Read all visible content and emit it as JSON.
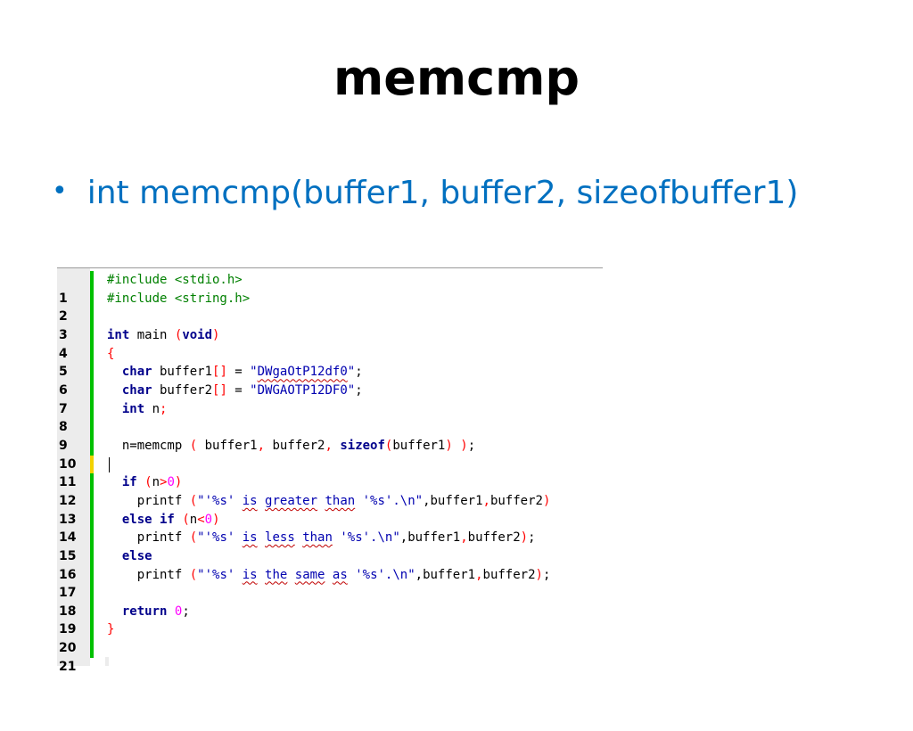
{
  "slide": {
    "title": "memcmp",
    "bullets": [
      {
        "text": "int memcmp(buffer1, buffer2, sizeofbuffer1)"
      }
    ]
  },
  "code": {
    "line_numbers": [
      "1",
      "2",
      "3",
      "4",
      "5",
      "6",
      "7",
      "8",
      "9",
      "10",
      "11",
      "12",
      "13",
      "14",
      "15",
      "16",
      "17",
      "18",
      "19",
      "20",
      "21"
    ],
    "bar_colors": {
      "saved": "#00c000",
      "unsaved": "#f2d200"
    }
  },
  "colors": {
    "title": "#000000",
    "bullet": "#0070c0",
    "preprocessor": "#008000",
    "keyword": "#00008b",
    "bracket": "#ff0000",
    "string": "#0000b0",
    "number": "#ff00ff"
  }
}
